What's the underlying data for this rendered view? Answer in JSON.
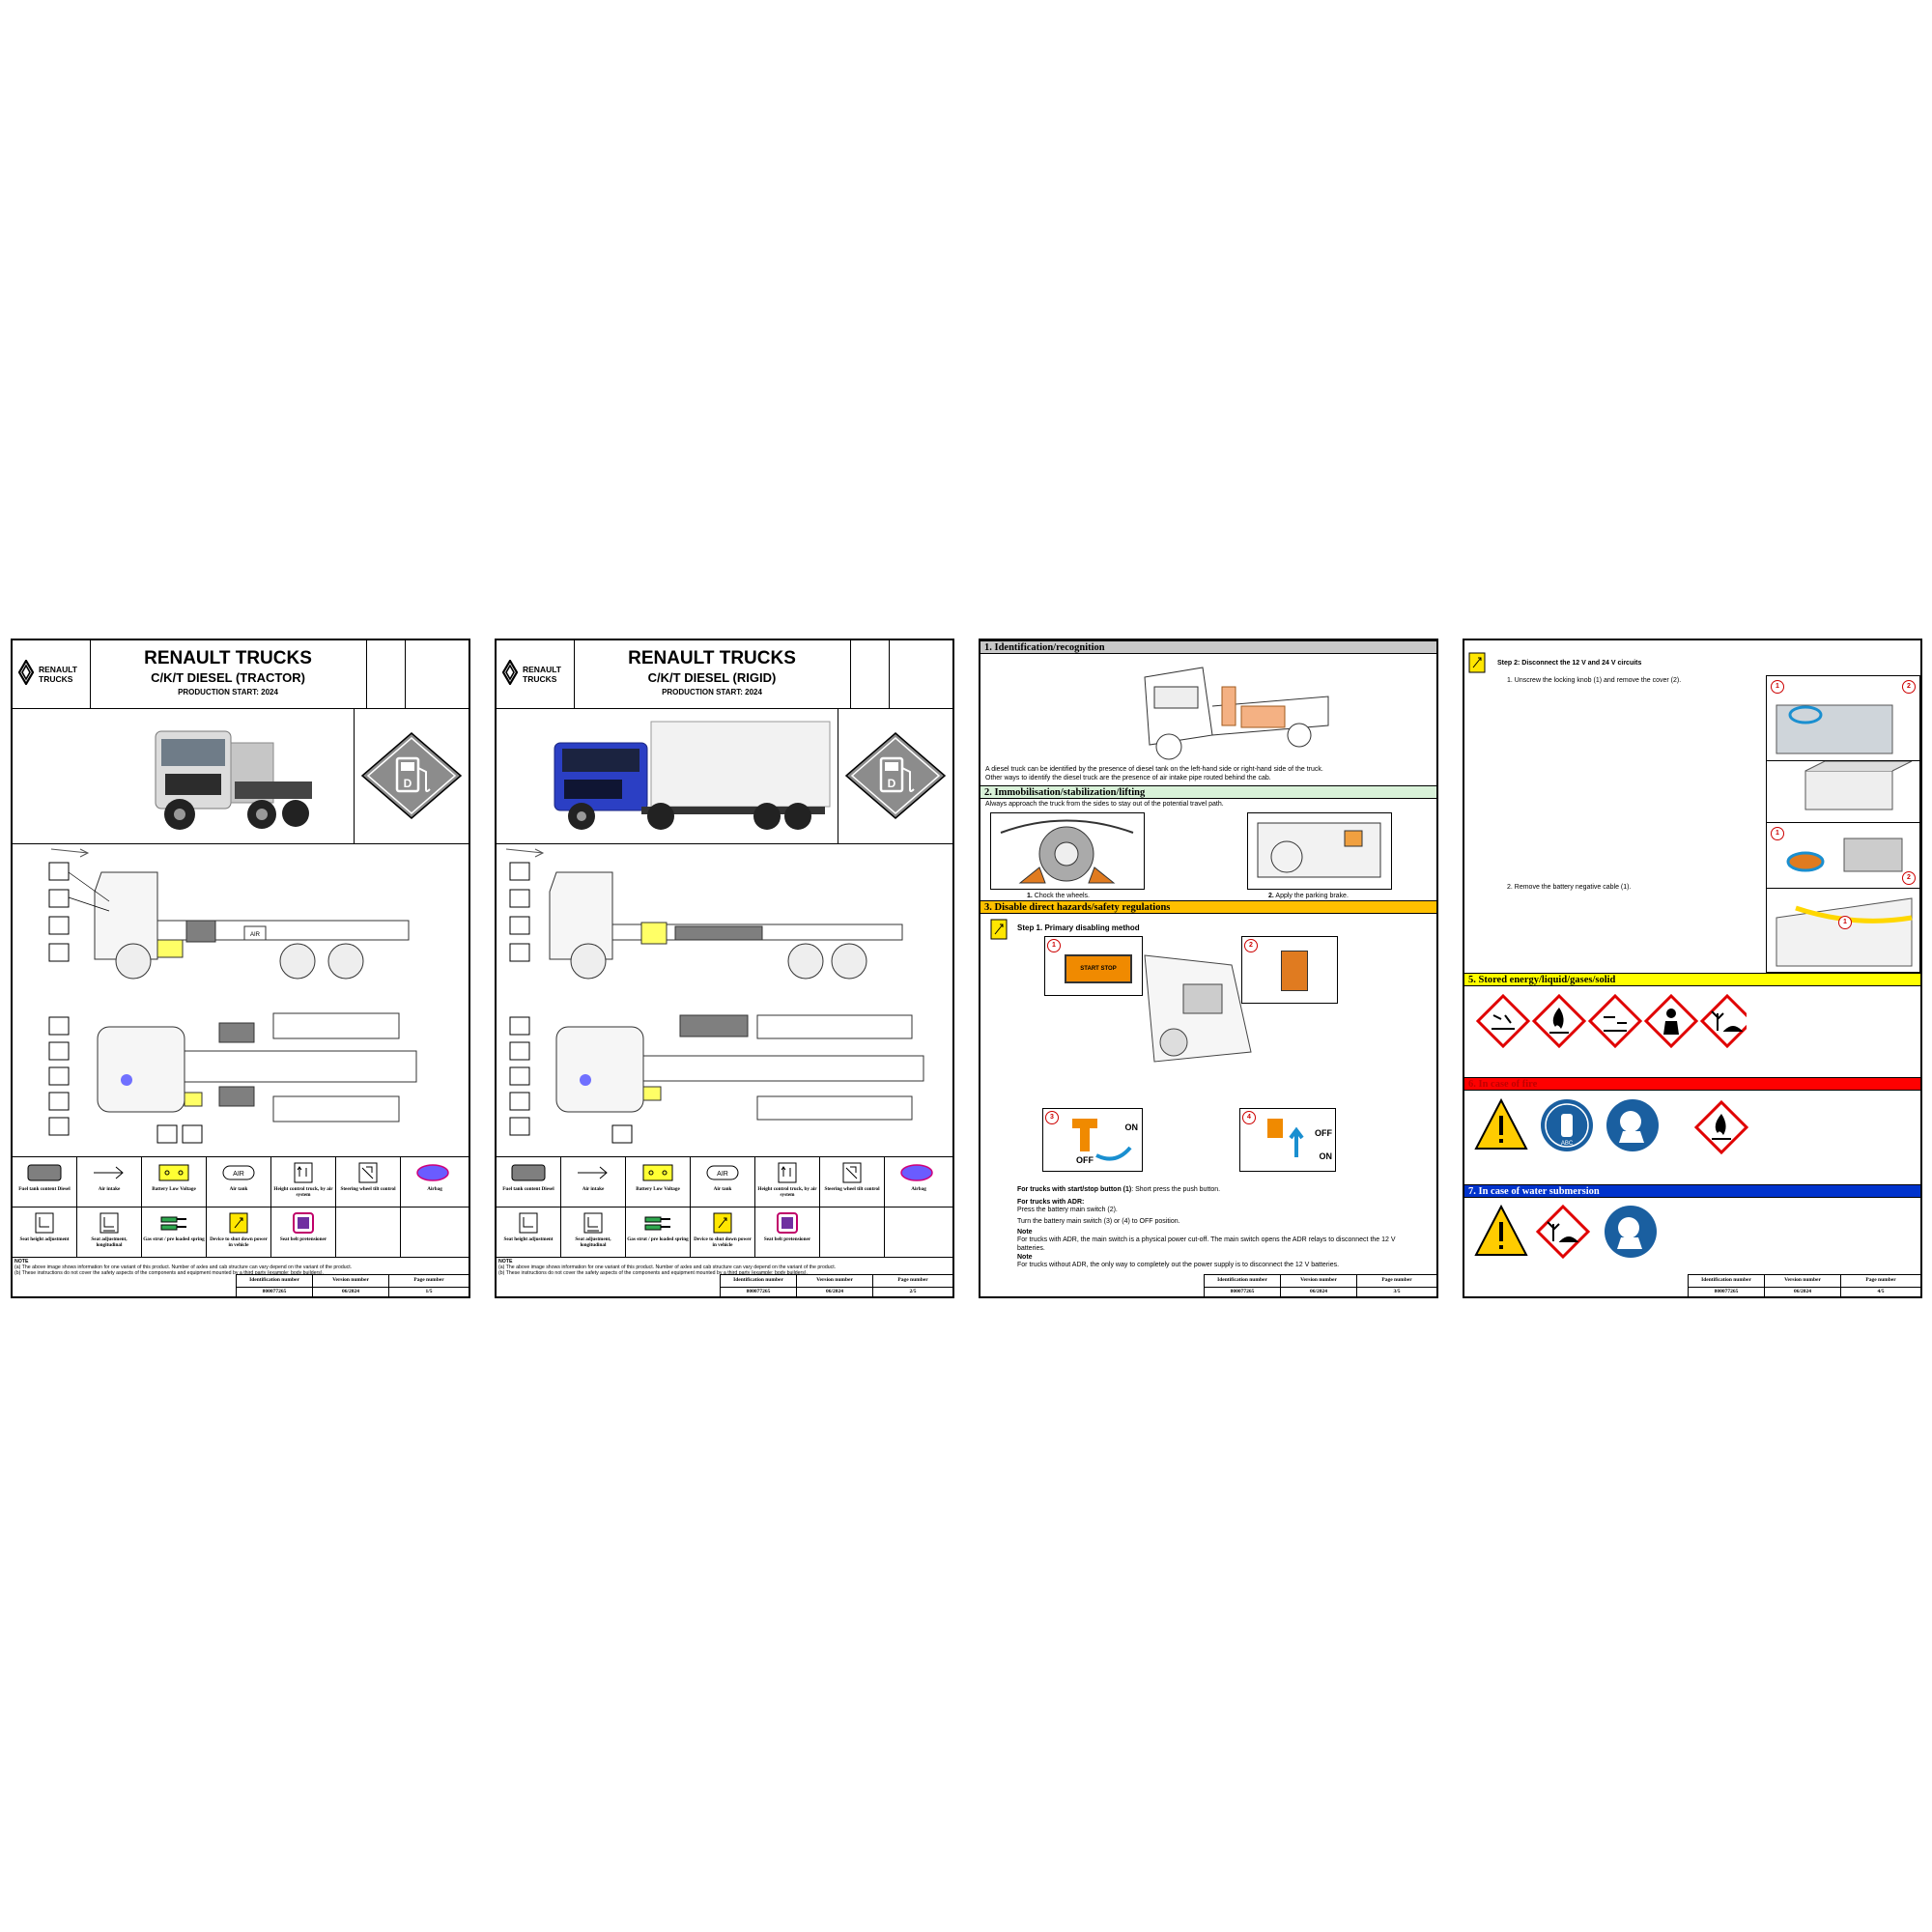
{
  "pages": [
    {
      "brand": "RENAULT TRUCKS",
      "logo_text_1": "RENAULT",
      "logo_text_2": "TRUCKS",
      "model": "C/K/T DIESEL (TRACTOR)",
      "production": "PRODUCTION START: 2024",
      "vehicle_color": "#d9d9d9",
      "page_number": "1/5"
    },
    {
      "brand": "RENAULT TRUCKS",
      "logo_text_1": "RENAULT",
      "logo_text_2": "TRUCKS",
      "model": "C/K/T DIESEL (RIGID)",
      "production": "PRODUCTION START: 2024",
      "vehicle_color": "#2b3fc4",
      "page_number": "2/5"
    }
  ],
  "legend": {
    "row1": [
      "Fuel tank content Diesel",
      "Air intake",
      "Battery Low Voltage",
      "Air tank",
      "Height control truck, by air system",
      "Steering wheel tilt control",
      "Airbag"
    ],
    "row2": [
      "Seat height adjustment",
      "Seat adjustment, longitudinal",
      "Gas strut / pre loaded spring",
      "Device to shut down power in vehicle",
      "Seat belt pretensioner"
    ],
    "air_label": "AIR"
  },
  "note": {
    "title": "NOTE",
    "a": "(a) The above image shows information for one variant of this product. Number of axles and cab structure can vary depend on the variant of the product.",
    "b": "(b) These instructions do not cover the safety aspects of the components and equipment mounted by a third party (example: body builders)."
  },
  "footer": {
    "id_label": "Identification number",
    "id_value": "800077265",
    "version_label": "Version number",
    "version_value": "06/2024",
    "page_label": "Page number"
  },
  "page3": {
    "sec1": "1. Identification/recognition",
    "ident_text_1": "A diesel truck can be identified by the presence of diesel tank on the left-hand side or right-hand side of the truck.",
    "ident_text_2": "Other ways to identify the diesel truck are the presence of air intake pipe routed behind the cab.",
    "sec2": "2. Immobilisation/stabilization/lifting",
    "approach": "Always approach the truck from the sides to stay out of the potential travel path.",
    "step_chock_num": "1.",
    "step_chock": "Chock the wheels.",
    "step_brake_num": "2.",
    "step_brake": "Apply the parking brake.",
    "sec3": "3. Disable direct hazards/safety regulations",
    "step1_title": "Step 1. Primary disabling method",
    "start_label": "START STOP",
    "on_label": "ON",
    "off_label": "OFF",
    "startstop_bold": "For trucks with start/stop button (1)",
    "startstop_text": ": Short press the push button.",
    "adr_bold": "For trucks with ADR:",
    "adr_line1": "Press the battery main switch (2).",
    "adr_line2": "Turn the battery main switch (3) or (4)  to OFF position.",
    "note1_title": "Note",
    "note1_text": "For trucks with ADR, the main switch is a physical power cut-off. The main switch opens the ADR relays to disconnect the 12 V batteries.",
    "note2_title": "Note",
    "note2_text": "For trucks without ADR, the only way to completely out the power supply is to disconnect the 12 V batteries.",
    "page_number": "3/5"
  },
  "page4": {
    "step2_title": "Step 2: Disconnect the 12 V and 24 V circuits",
    "step2_item1": "1. Unscrew the locking knob (1) and remove the cover (2).",
    "step2_item2": "2. Remove the battery negative cable (1).",
    "sec5": "5. Stored energy/liquid/gases/solid",
    "sec6": "6. In case of fire",
    "sec7": "7. In case of water submersion",
    "extinguisher_label": "ABC",
    "page_number": "4/5"
  }
}
